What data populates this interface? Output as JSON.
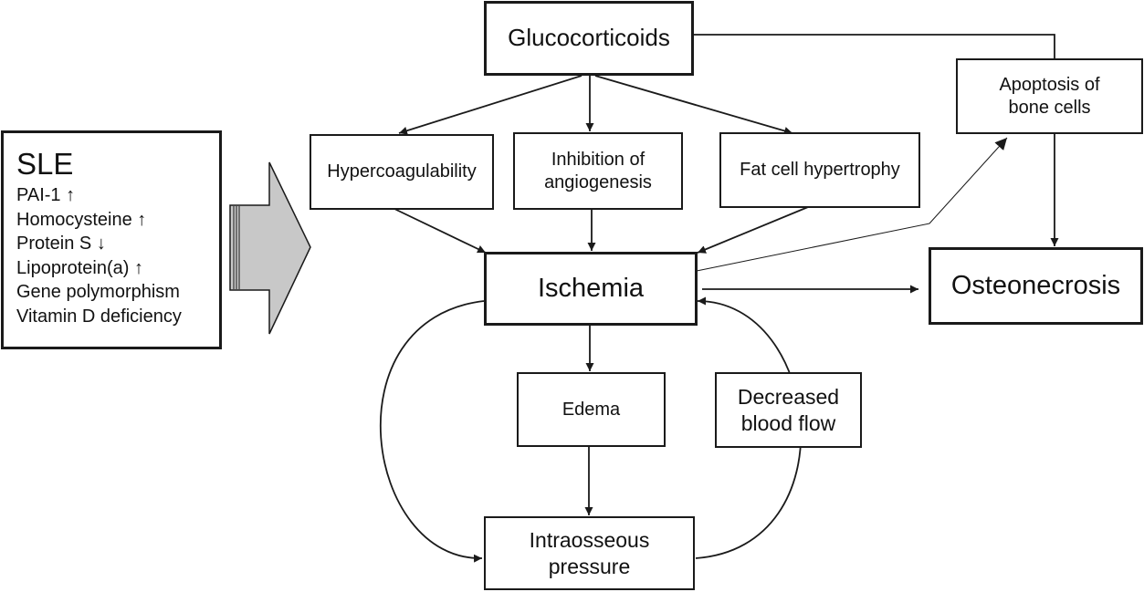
{
  "nodes": {
    "glucocorticoids": "Glucocorticoids",
    "hypercoagulability": "Hypercoagulability",
    "inhibition_angiogenesis": [
      "Inhibition of",
      "angiogenesis"
    ],
    "fat_cell_hypertrophy": "Fat cell hypertrophy",
    "apoptosis_bone_cells": [
      "Apoptosis of",
      "bone cells"
    ],
    "ischemia": "Ischemia",
    "osteonecrosis": "Osteonecrosis",
    "edema": "Edema",
    "decreased_blood_flow": [
      "Decreased",
      "blood flow"
    ],
    "intraosseous_pressure": [
      "Intraosseous",
      "pressure"
    ]
  },
  "sle": {
    "title": "SLE",
    "factors": [
      "PAI-1 ↑",
      "Homocysteine ↑",
      "Protein S ↓",
      "Lipoprotein(a) ↑",
      "Gene polymorphism",
      "Vitamin D deficiency"
    ]
  },
  "colors": {
    "line": "#1a1a1a",
    "big_arrow_fill": "#c8c8c8"
  }
}
